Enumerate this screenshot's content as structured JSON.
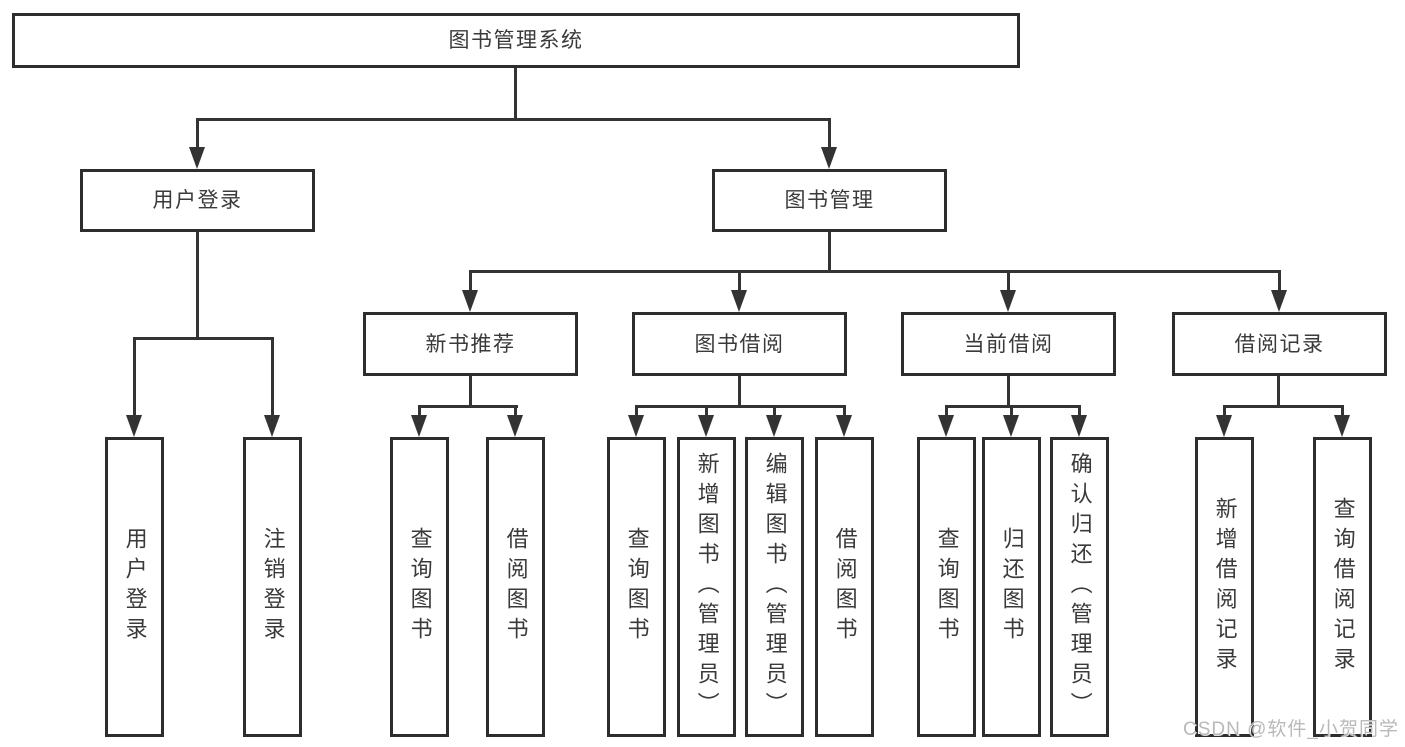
{
  "tree": {
    "root": {
      "label": "图书管理系统"
    },
    "branches": [
      {
        "label": "用户登录",
        "children": [
          {
            "label": "用户登录"
          },
          {
            "label": "注销登录"
          }
        ]
      },
      {
        "label": "图书管理",
        "children": [
          {
            "label": "新书推荐",
            "children": [
              {
                "label": "查询图书"
              },
              {
                "label": "借阅图书"
              }
            ]
          },
          {
            "label": "图书借阅",
            "children": [
              {
                "label": "查询图书"
              },
              {
                "label": "新增图书（管理员）"
              },
              {
                "label": "编辑图书（管理员）"
              },
              {
                "label": "借阅图书"
              }
            ]
          },
          {
            "label": "当前借阅",
            "children": [
              {
                "label": "查询图书"
              },
              {
                "label": "归还图书"
              },
              {
                "label": "确认归还（管理员）"
              }
            ]
          },
          {
            "label": "借阅记录",
            "children": [
              {
                "label": "新增借阅记录"
              },
              {
                "label": "查询借阅记录"
              }
            ]
          }
        ]
      }
    ]
  },
  "watermark": {
    "text": "CSDN @软件_小贺同学"
  },
  "colors": {
    "line": "#333333",
    "border": "#2d2d2d",
    "text": "#3a3a3a",
    "background": "#ffffff",
    "watermark": "#b9b9b9"
  }
}
